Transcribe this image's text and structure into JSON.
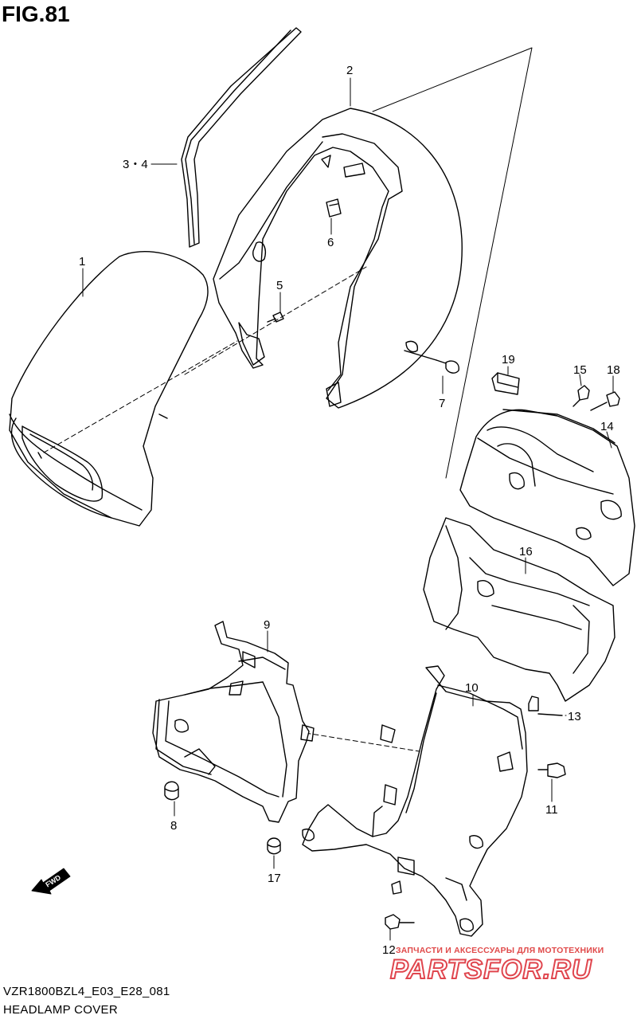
{
  "figure": {
    "title": "FIG.81",
    "code": "VZR1800BZL4_E03_E28_081",
    "name": "HEADLAMP COVER"
  },
  "fwd_arrow": {
    "label": "FWD"
  },
  "callouts": {
    "c1": "1",
    "c2": "2",
    "c34": "3・4",
    "c5": "5",
    "c6": "6",
    "c7": "7",
    "c8": "8",
    "c9": "9",
    "c10": "10",
    "c11": "11",
    "c12": "12",
    "c13": "13",
    "c14": "14",
    "c15": "15",
    "c16": "16",
    "c17": "17",
    "c18": "18",
    "c19": "19"
  },
  "watermark": {
    "tagline": "ЗАПЧАСТИ И АКСЕССУАРЫ ДЛЯ МОТОТЕХНИКИ",
    "logo": "PARTSFOR.RU",
    "color": "#e0464e"
  }
}
